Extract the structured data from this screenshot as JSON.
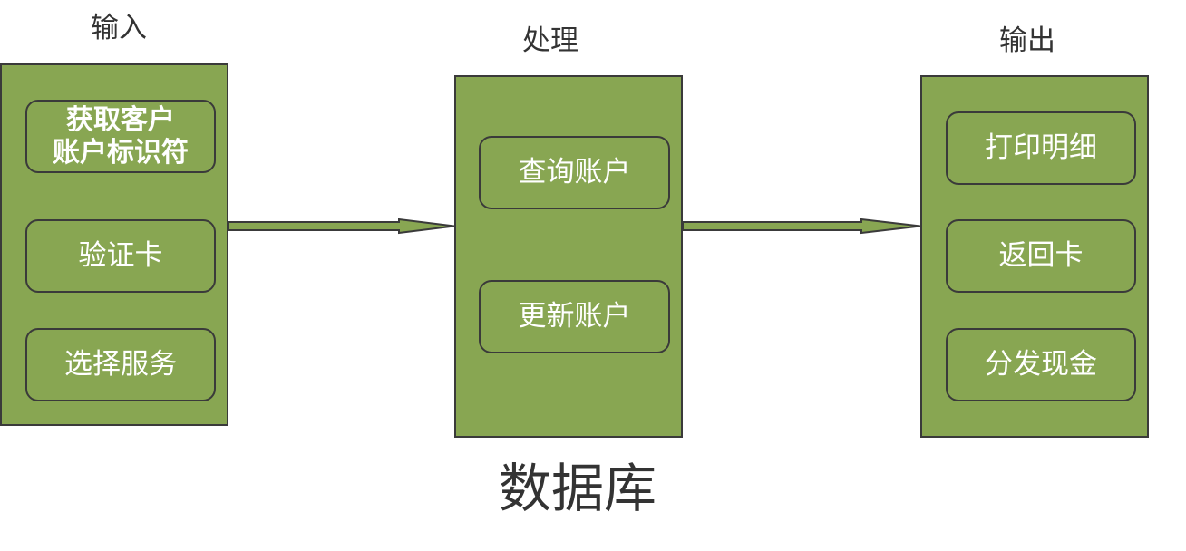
{
  "columns": [
    {
      "title": "输入",
      "steps": [
        {
          "lines": [
            "获取客户",
            "账户标识符"
          ],
          "bold": true
        },
        {
          "lines": [
            "验证卡"
          ]
        },
        {
          "lines": [
            "选择服务"
          ]
        }
      ]
    },
    {
      "title": "处理",
      "steps": [
        {
          "lines": [
            "查询账户"
          ]
        },
        {
          "lines": [
            "更新账户"
          ]
        }
      ]
    },
    {
      "title": "输出",
      "steps": [
        {
          "lines": [
            "打印明细"
          ]
        },
        {
          "lines": [
            "返回卡"
          ]
        },
        {
          "lines": [
            "分发现金"
          ]
        }
      ]
    }
  ],
  "footer": "数据库",
  "colors": {
    "panel_fill": "#88a652",
    "border": "#3a3a3a",
    "step_text": "#ffffff",
    "title_text": "#333333"
  }
}
